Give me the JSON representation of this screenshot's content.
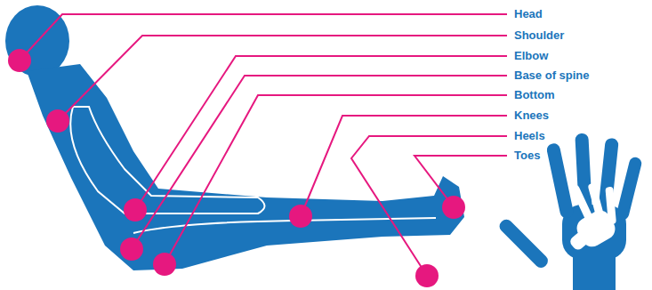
{
  "diagram": {
    "labels": [
      "Head",
      "Shoulder",
      "Elbow",
      "Base of spine",
      "Bottom",
      "Knees",
      "Heels",
      "Toes"
    ]
  }
}
